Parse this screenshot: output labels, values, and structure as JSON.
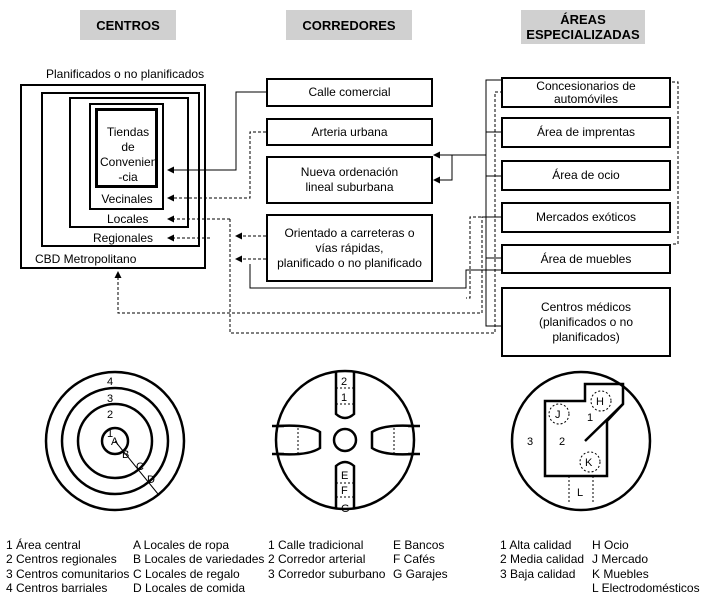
{
  "headers": {
    "centros": "CENTROS",
    "corredores": "CORREDORES",
    "areas": "ÁREAS\nESPECIALIZADAS"
  },
  "centros": {
    "caption": "Planificados o no planificados",
    "levels": [
      "Tiendas\nde\nConvenien\n-cia",
      "Vecinales",
      "Locales",
      "Regionales",
      "CBD Metropolitano"
    ]
  },
  "corredores": {
    "boxes": [
      "Calle comercial",
      "Arteria urbana",
      "Nueva ordenación\nlineal suburbana",
      "Orientado a carreteras o\nvías rápidas,\nplanificado o no planificado"
    ]
  },
  "areas": {
    "boxes": [
      "Concesionarios de\nautomóviles",
      "Área de imprentas",
      "Área de ocio",
      "Mercados exóticos",
      "Área de muebles",
      "Centros médicos\n(planificados o no\nplanificados)"
    ]
  },
  "diagram1": {
    "ring_labels": [
      "1",
      "2",
      "3",
      "4"
    ],
    "sector_labels": [
      "A",
      "B",
      "C",
      "D"
    ]
  },
  "diagram2": {
    "labels": [
      "2",
      "1",
      "E",
      "F",
      "G"
    ]
  },
  "diagram3": {
    "labels": [
      "J",
      "H",
      "1",
      "2",
      "3",
      "K",
      "L"
    ]
  },
  "legend1": {
    "left": [
      "1 Área central",
      "2 Centros regionales",
      "3 Centros comunitarios",
      "4 Centros barriales"
    ],
    "right": [
      "A Locales de ropa",
      "B Locales de variedades",
      "C Locales de regalo",
      "D Locales de comida"
    ]
  },
  "legend2": {
    "left": [
      "1 Calle tradicional",
      "2 Corredor arterial",
      "3 Corredor suburbano"
    ],
    "right": [
      "E Bancos",
      "F Cafés",
      "G Garajes"
    ]
  },
  "legend3": {
    "left": [
      "1 Alta calidad",
      "2 Media calidad",
      "3 Baja calidad"
    ],
    "right": [
      "H Ocio",
      "J Mercado",
      "K Muebles",
      "L Electrodomésticos"
    ]
  }
}
